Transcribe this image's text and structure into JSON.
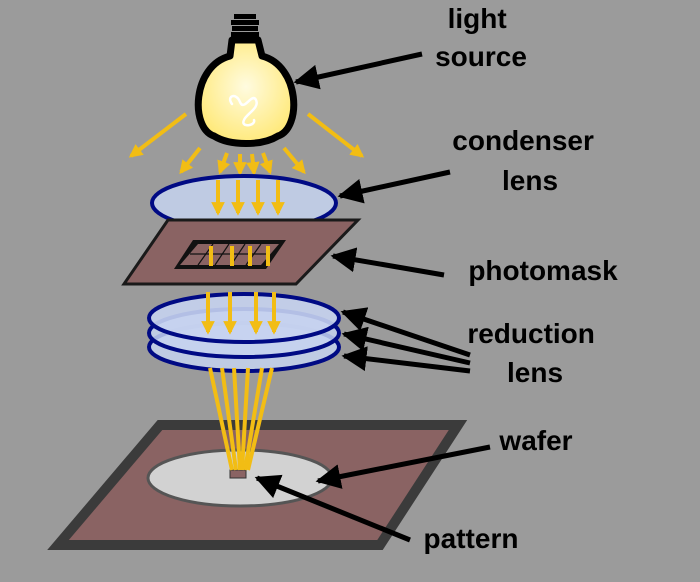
{
  "labels": {
    "light_source": [
      "light",
      "source"
    ],
    "condenser_lens": [
      "condenser",
      "lens"
    ],
    "photomask": [
      "photomask"
    ],
    "reduction_lens": [
      "reduction",
      "lens"
    ],
    "wafer": [
      "wafer"
    ],
    "pattern": [
      "pattern"
    ]
  },
  "colors": {
    "background": "#9b9b9b",
    "light_ray": "#f2bd14",
    "lens_rim": "#000a84",
    "lens_fill": "#c6d3f0",
    "mask_fill": "#8a6363",
    "frame": "#3b3b3b",
    "wafer_disk": "#d2d2d2",
    "bulb_glass": "#fff6b0"
  },
  "icons": {
    "bulb": "light-bulb-icon",
    "arrow": "pointer-arrow"
  }
}
